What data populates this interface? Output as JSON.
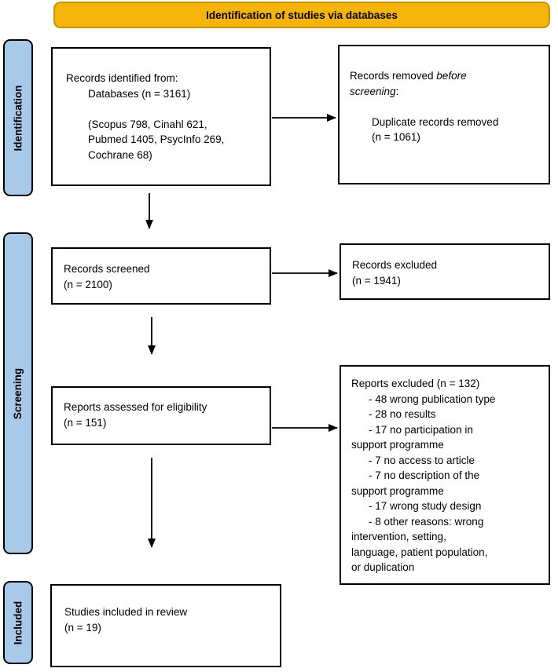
{
  "banner": {
    "title": "Identification of studies via databases"
  },
  "colors": {
    "banner_fill": "#F5B40A",
    "banner_border": "#C9930A",
    "stage_fill": "#A9C9E9",
    "box_border": "#000000"
  },
  "sidebar": {
    "items": [
      {
        "label": "Identification"
      },
      {
        "label": "Screening"
      },
      {
        "label": "Included"
      }
    ]
  },
  "boxes": {
    "records_identified": {
      "lines": [
        "Records identified from:",
        "Databases (n = 3161)",
        "",
        "(Scopus 798, Cinahl 621,",
        "Pubmed 1405, PsycInfo 269,",
        "Cochrane 68)"
      ]
    },
    "records_removed": {
      "line1_normal": "Records removed ",
      "line1_italic": "before",
      "line2_italic": "screening",
      "line2_normal": ":",
      "lines": [
        "Duplicate records removed",
        "(n = 1061)"
      ]
    },
    "records_screened": {
      "lines": [
        "Records screened",
        "(n = 2100)"
      ]
    },
    "records_excluded": {
      "lines": [
        "Records excluded",
        "(n = 1941)"
      ]
    },
    "reports_assessed": {
      "lines": [
        "Reports assessed for eligibility",
        "(n = 151)"
      ]
    },
    "reports_excluded": {
      "lines": [
        "Reports excluded (n = 132)",
        "- 48 wrong publication type",
        "- 28 no results",
        "- 17 no participation in",
        "support programme",
        "- 7 no access to article",
        "- 7 no description of the",
        "support programme",
        "- 17 wrong study design",
        "- 8 other reasons: wrong",
        "intervention, setting,",
        "language, patient population,",
        "or duplication"
      ]
    },
    "studies_included": {
      "lines": [
        "Studies included in review",
        "(n = 19)"
      ]
    }
  }
}
